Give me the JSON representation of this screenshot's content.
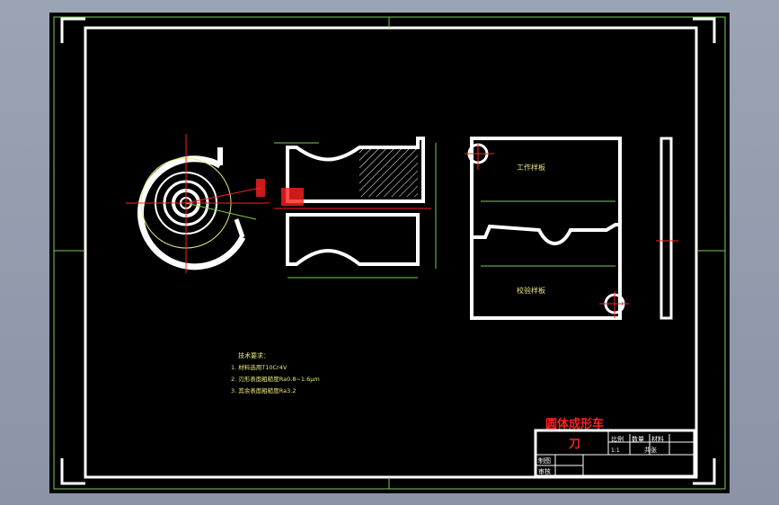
{
  "drawing": {
    "title_line1": "圆体成形车",
    "title_line2": "刀",
    "title_color": "#ff2020"
  },
  "title_block": {
    "scale_header": "比例",
    "quantity_header": "数量",
    "material_header": "材料",
    "scale_value": "1:1",
    "drawing_label": "制图",
    "review_label": "审核",
    "sheet_label": "共张"
  },
  "tech_notes": {
    "heading": "技术要求：",
    "items": [
      "1. 材料选用T10Cr4V",
      "2. 刃形表面粗糙度Ra0.8~1.6μm",
      "3. 其余表面粗糙度Ra3.2"
    ]
  },
  "template_labels": {
    "upper": "工作样板",
    "lower": "校验样板"
  },
  "colors": {
    "background": "#000000",
    "frame": "#ffffff",
    "centerline": "#ff2020",
    "dimension": "#7dcc5a",
    "outer_border": "#7dcc5a",
    "app_background": "#8a94a6"
  }
}
